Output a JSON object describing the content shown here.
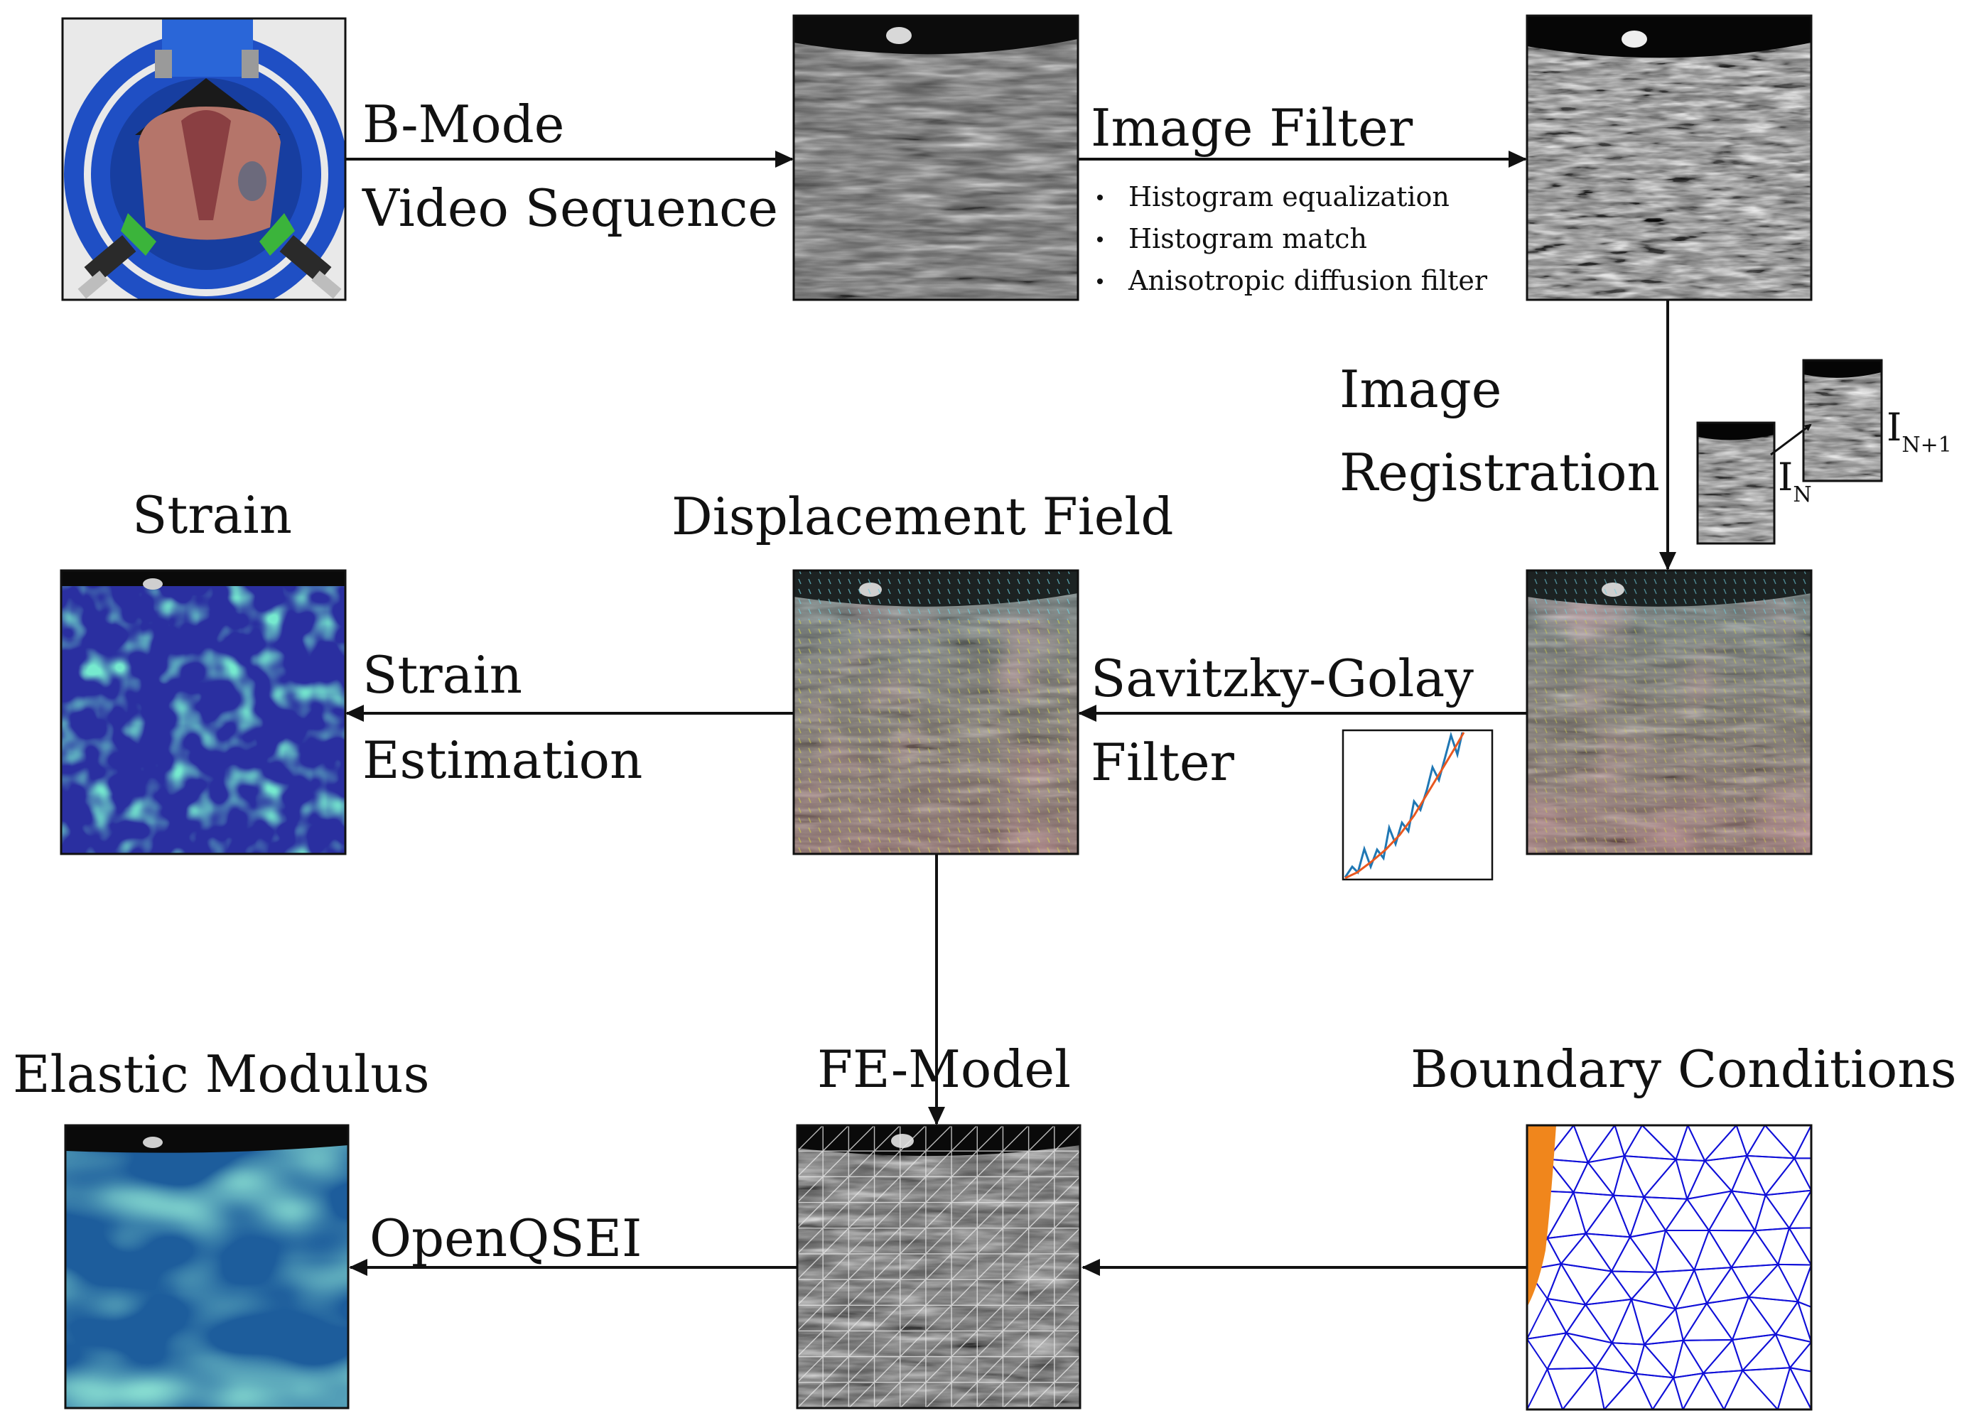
{
  "row1": {
    "bmode_label_line1": "B-Mode",
    "bmode_label_line2": "Video Sequence",
    "filter_label": "Image Filter",
    "filter_bullets": [
      "Histogram equalization",
      "Histogram match",
      "Anisotropic diffusion filter"
    ]
  },
  "registration": {
    "label_line1": "Image",
    "label_line2": "Registration",
    "frame_a_label": "I",
    "frame_a_sub": "N",
    "frame_b_label": "I",
    "frame_b_sub": "N+1"
  },
  "row2": {
    "strain_title": "Strain",
    "displacement_title": "Displacement Field",
    "strain_est_line1": "Strain",
    "strain_est_line2": "Estimation",
    "sg_line1": "Savitzky-Golay",
    "sg_line2": "Filter"
  },
  "row3": {
    "elastic_title": "Elastic Modulus",
    "fe_title": "FE-Model",
    "bc_title": "Boundary Conditions",
    "openqsei_label": "OpenQSEI"
  },
  "colors": {
    "phantom_blue": "#1f4fc4",
    "phantom_green": "#3bb43b",
    "tissue": "#b5756a",
    "us_gray": "#6e6e6e",
    "strain_bg": "#2a2fa0",
    "strain_hot": "#2fd0a0",
    "modulus_bg": "#1d5d9c",
    "modulus_hot": "#44c8a8",
    "mesh_blue": "#1010d8",
    "bc_orange": "#f0861c",
    "sg_noisy": "#1f77b4",
    "sg_smooth": "#e8571f"
  }
}
